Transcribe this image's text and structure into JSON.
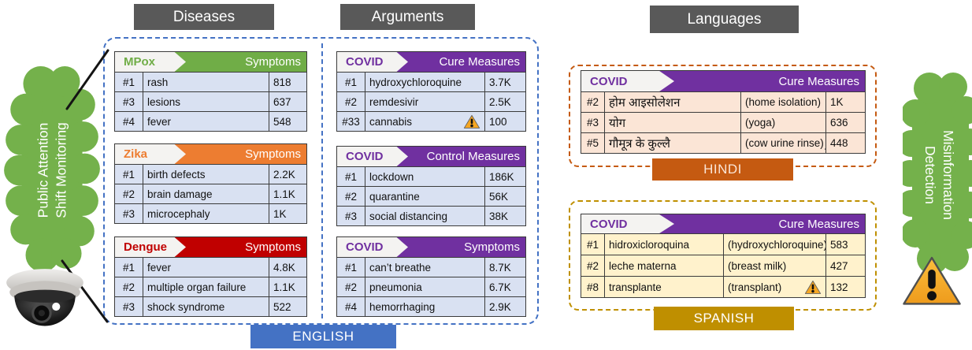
{
  "section_headers": {
    "diseases": "Diseases",
    "arguments": "Arguments",
    "languages": "Languages"
  },
  "monitoring_blob": {
    "line1": "Public Attention",
    "line2": "Shift Monitoring"
  },
  "detection_blob": {
    "line1": "Misinformation",
    "line2": "Detection"
  },
  "panel_labels": {
    "english": "ENGLISH",
    "hindi": "HINDI",
    "spanish": "SPANISH"
  },
  "icons": {
    "monitoring": "cctv-dome-camera-icon",
    "misinformation": "warning-triangle-icon",
    "row_flag": "warning-triangle-icon"
  },
  "colors": {
    "section_header_bg": "#595959",
    "mpox_accent": "#70AD47",
    "zika_accent": "#ED7D31",
    "dengue_accent": "#C00000",
    "covid_accent": "#7030A0",
    "english_accent": "#4472C4",
    "hindi_accent": "#C55A11",
    "spanish_accent": "#BF8F00",
    "english_row_bg": "#D9E1F2",
    "hindi_row_bg": "#FBE5D6",
    "spanish_row_bg": "#FFF2CC",
    "blob_green": "#74B14B",
    "warning_fill": "#F5A623"
  },
  "tables": {
    "mpox": {
      "disease": "MPox",
      "category": "Symptoms",
      "rows": [
        {
          "rank": "#1",
          "term": "rash",
          "count": "818"
        },
        {
          "rank": "#3",
          "term": "lesions",
          "count": "637"
        },
        {
          "rank": "#4",
          "term": "fever",
          "count": "548"
        }
      ]
    },
    "zika": {
      "disease": "Zika",
      "category": "Symptoms",
      "rows": [
        {
          "rank": "#1",
          "term": "birth defects",
          "count": "2.2K"
        },
        {
          "rank": "#2",
          "term": "brain damage",
          "count": "1.1K"
        },
        {
          "rank": "#3",
          "term": "microcephaly",
          "count": "1K"
        }
      ]
    },
    "dengue": {
      "disease": "Dengue",
      "category": "Symptoms",
      "rows": [
        {
          "rank": "#1",
          "term": "fever",
          "count": "4.8K"
        },
        {
          "rank": "#2",
          "term": "multiple organ failure",
          "count": "1.1K"
        },
        {
          "rank": "#3",
          "term": "shock syndrome",
          "count": "522"
        }
      ]
    },
    "covid_cure": {
      "disease": "COVID",
      "category": "Cure Measures",
      "rows": [
        {
          "rank": "#1",
          "term": "hydroxychloroquine",
          "count": "3.7K"
        },
        {
          "rank": "#2",
          "term": "remdesivir",
          "count": "2.5K"
        },
        {
          "rank": "#33",
          "term": "cannabis",
          "count": "100",
          "warning": true
        }
      ]
    },
    "covid_control": {
      "disease": "COVID",
      "category": "Control Measures",
      "rows": [
        {
          "rank": "#1",
          "term": "lockdown",
          "count": "186K"
        },
        {
          "rank": "#2",
          "term": "quarantine",
          "count": "56K"
        },
        {
          "rank": "#3",
          "term": "social distancing",
          "count": "38K"
        }
      ]
    },
    "covid_symptoms": {
      "disease": "COVID",
      "category": "Symptoms",
      "rows": [
        {
          "rank": "#1",
          "term": "can’t breathe",
          "count": "8.7K"
        },
        {
          "rank": "#2",
          "term": "pneumonia",
          "count": "6.7K"
        },
        {
          "rank": "#4",
          "term": "hemorrhaging",
          "count": "2.9K"
        }
      ]
    },
    "hindi_cure": {
      "disease": "COVID",
      "category": "Cure Measures",
      "rows": [
        {
          "rank": "#2",
          "term": "होम आइसोलेशन",
          "translation": "(home isolation)",
          "count": "1K"
        },
        {
          "rank": "#3",
          "term": "योग",
          "translation": "(yoga)",
          "count": "636"
        },
        {
          "rank": "#5",
          "term": "गौमूत्र के कुल्लै",
          "translation": "(cow urine rinse)",
          "count": "448",
          "warning": true
        }
      ]
    },
    "spanish_cure": {
      "disease": "COVID",
      "category": "Cure Measures",
      "rows": [
        {
          "rank": "#1",
          "term": "hidroxicloroquina",
          "translation": "(hydroxychloroquine)",
          "count": "583"
        },
        {
          "rank": "#2",
          "term": "leche materna",
          "translation": "(breast milk)",
          "count": "427"
        },
        {
          "rank": "#8",
          "term": "transplante",
          "translation": "(transplant)",
          "count": "132",
          "warning": true
        }
      ]
    }
  }
}
